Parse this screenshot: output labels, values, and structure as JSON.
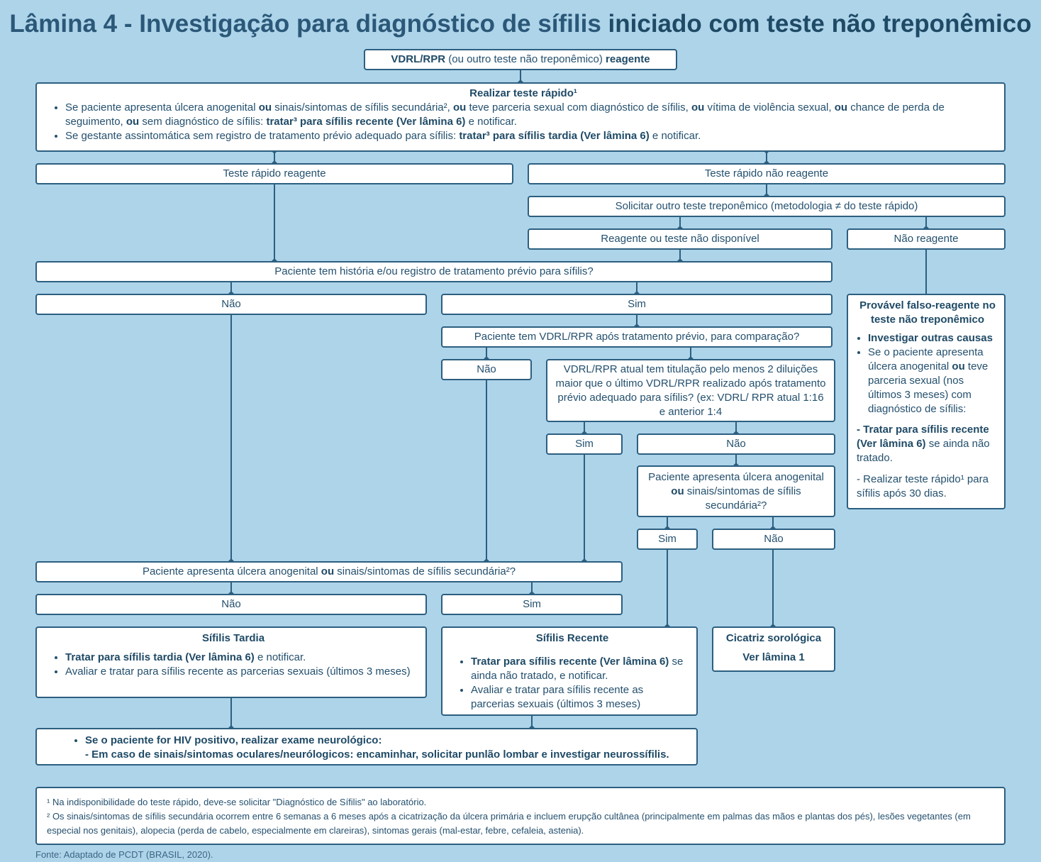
{
  "title": {
    "main": "Lâmina 4 - Investigação para diagnóstico de sífilis ",
    "bold": "iniciado com teste não treponêmico"
  },
  "start": {
    "a": "VDRL/RPR",
    "b": " (ou outro teste não treponêmico) ",
    "c": "reagente"
  },
  "rapid": {
    "heading": "Realizar teste rápido¹",
    "b1_1": "Se paciente apresenta úlcera anogenital ",
    "ou": "ou",
    "b1_2": " sinais/sintomas de sífilis secundária², ",
    "b1_3": " teve parceria sexual com diagnóstico de sífilis, ",
    "b1_4": " vítima de violência sexual, ",
    "b1_5": " chance de perda de seguimento, ",
    "b1_6": " sem diagnóstico de sífilis: ",
    "b1_bold": "tratar³ para sífilis recente (Ver lâmina 6)",
    "b1_end": " e notificar.",
    "b2_1": "Se gestante assintomática sem registro de tratamento prévio adequado para sífilis: ",
    "b2_bold": "tratar³ para sífilis tardia (Ver lâmina 6)",
    "b2_end": " e notificar."
  },
  "nodes": {
    "rapid_pos": "Teste rápido reagente",
    "rapid_neg": "Teste rápido não reagente",
    "other_trep": "Solicitar outro teste treponêmico (metodologia ≠ do teste rápido)",
    "reag_or_na": "Reagente ou teste não disponível",
    "nao_reagente": "Não reagente",
    "history": "Paciente tem história e/ou registro de tratamento prévio para sífilis?",
    "nao1": "Não",
    "sim1": "Sim",
    "vdrl_prev": "Paciente tem VDRL/RPR após tratamento prévio, para comparação?",
    "nao2": "Não",
    "titer": "VDRL/RPR atual tem titulação pelo menos 2 diluições maior que o último VDRL/RPR realizado após tratamento prévio adequado para sífilis? (ex: VDRL/ RPR atual 1:16 e anterior 1:4",
    "sim2": "Sim",
    "nao3": "Não",
    "ulcer2_1": "Paciente apresenta úlcera anogenital ",
    "ulcer2_ou": "ou",
    "ulcer2_2": " sinais/sintomas de sífilis secundária²?",
    "sim3": "Sim",
    "nao4": "Não",
    "ulcer_1": "Paciente apresenta úlcera anogenital ",
    "ulcer_ou": "ou",
    "ulcer_2": " sinais/sintomas de sífilis secundária²?",
    "nao5": "Não",
    "sim5": "Sim"
  },
  "false_pos": {
    "heading": "Provável falso-reagente no teste não treponêmico",
    "b1": "Investigar outras causas",
    "b2_1": "Se o paciente apresenta úlcera anogenital ",
    "b2_ou": "ou",
    "b2_2": " teve parceria sexual (nos últimos 3 meses) com diagnóstico de sífilis:",
    "d1_bold": "- Tratar para sífilis recente (Ver lâmina 6)",
    "d1_rest": "se ainda não tratado.",
    "d2": "- Realizar teste rápido¹ para sífilis após 30 dias."
  },
  "late": {
    "heading": "Sífilis Tardia",
    "b1_bold": "Tratar para sífilis tardia (Ver lâmina 6)",
    "b1_end": " e notificar.",
    "b2": "Avaliar e tratar para sífilis recente as parcerias sexuais (últimos 3 meses)"
  },
  "recent": {
    "heading": "Sífilis Recente",
    "b1_bold": "Tratar para sífilis recente (Ver lâmina 6)",
    "b1_end": " se ainda não tratado, e notificar.",
    "b2": "Avaliar e tratar para sífilis recente as parcerias sexuais (últimos 3 meses)"
  },
  "scar": {
    "heading": "Cicatriz sorológica",
    "link": "Ver lâmina 1"
  },
  "hiv": {
    "line1": "Se o paciente for HIV positivo, realizar exame neurológico:",
    "line2": "- Em caso de sinais/sintomas oculares/neurólogicos: encaminhar, solicitar punlão lombar e investigar neurossífilis."
  },
  "footnotes": {
    "f1": "¹  Na indisponibilidade do teste rápido, deve-se solicitar \"Diagnóstico de Sífilis\" ao laboratório.",
    "f2": "² Os sinais/sintomas de sífilis secundária ocorrem entre 6 semanas a 6 meses após a cicatrização da úlcera primária e incluem erupção cultânea (principalmente em palmas das mãos e plantas dos pés), lesões vegetantes (em especial nos genitais), alopecia (perda de cabelo, especialmente em clareiras), sintomas gerais (mal-estar, febre, cefaleia, astenia)."
  },
  "source": "Fonte: Adaptado de PCDT (BRASIL, 2020).",
  "colors": {
    "background": "#aed4ea",
    "line": "#2c5f80",
    "text": "#24506e"
  }
}
